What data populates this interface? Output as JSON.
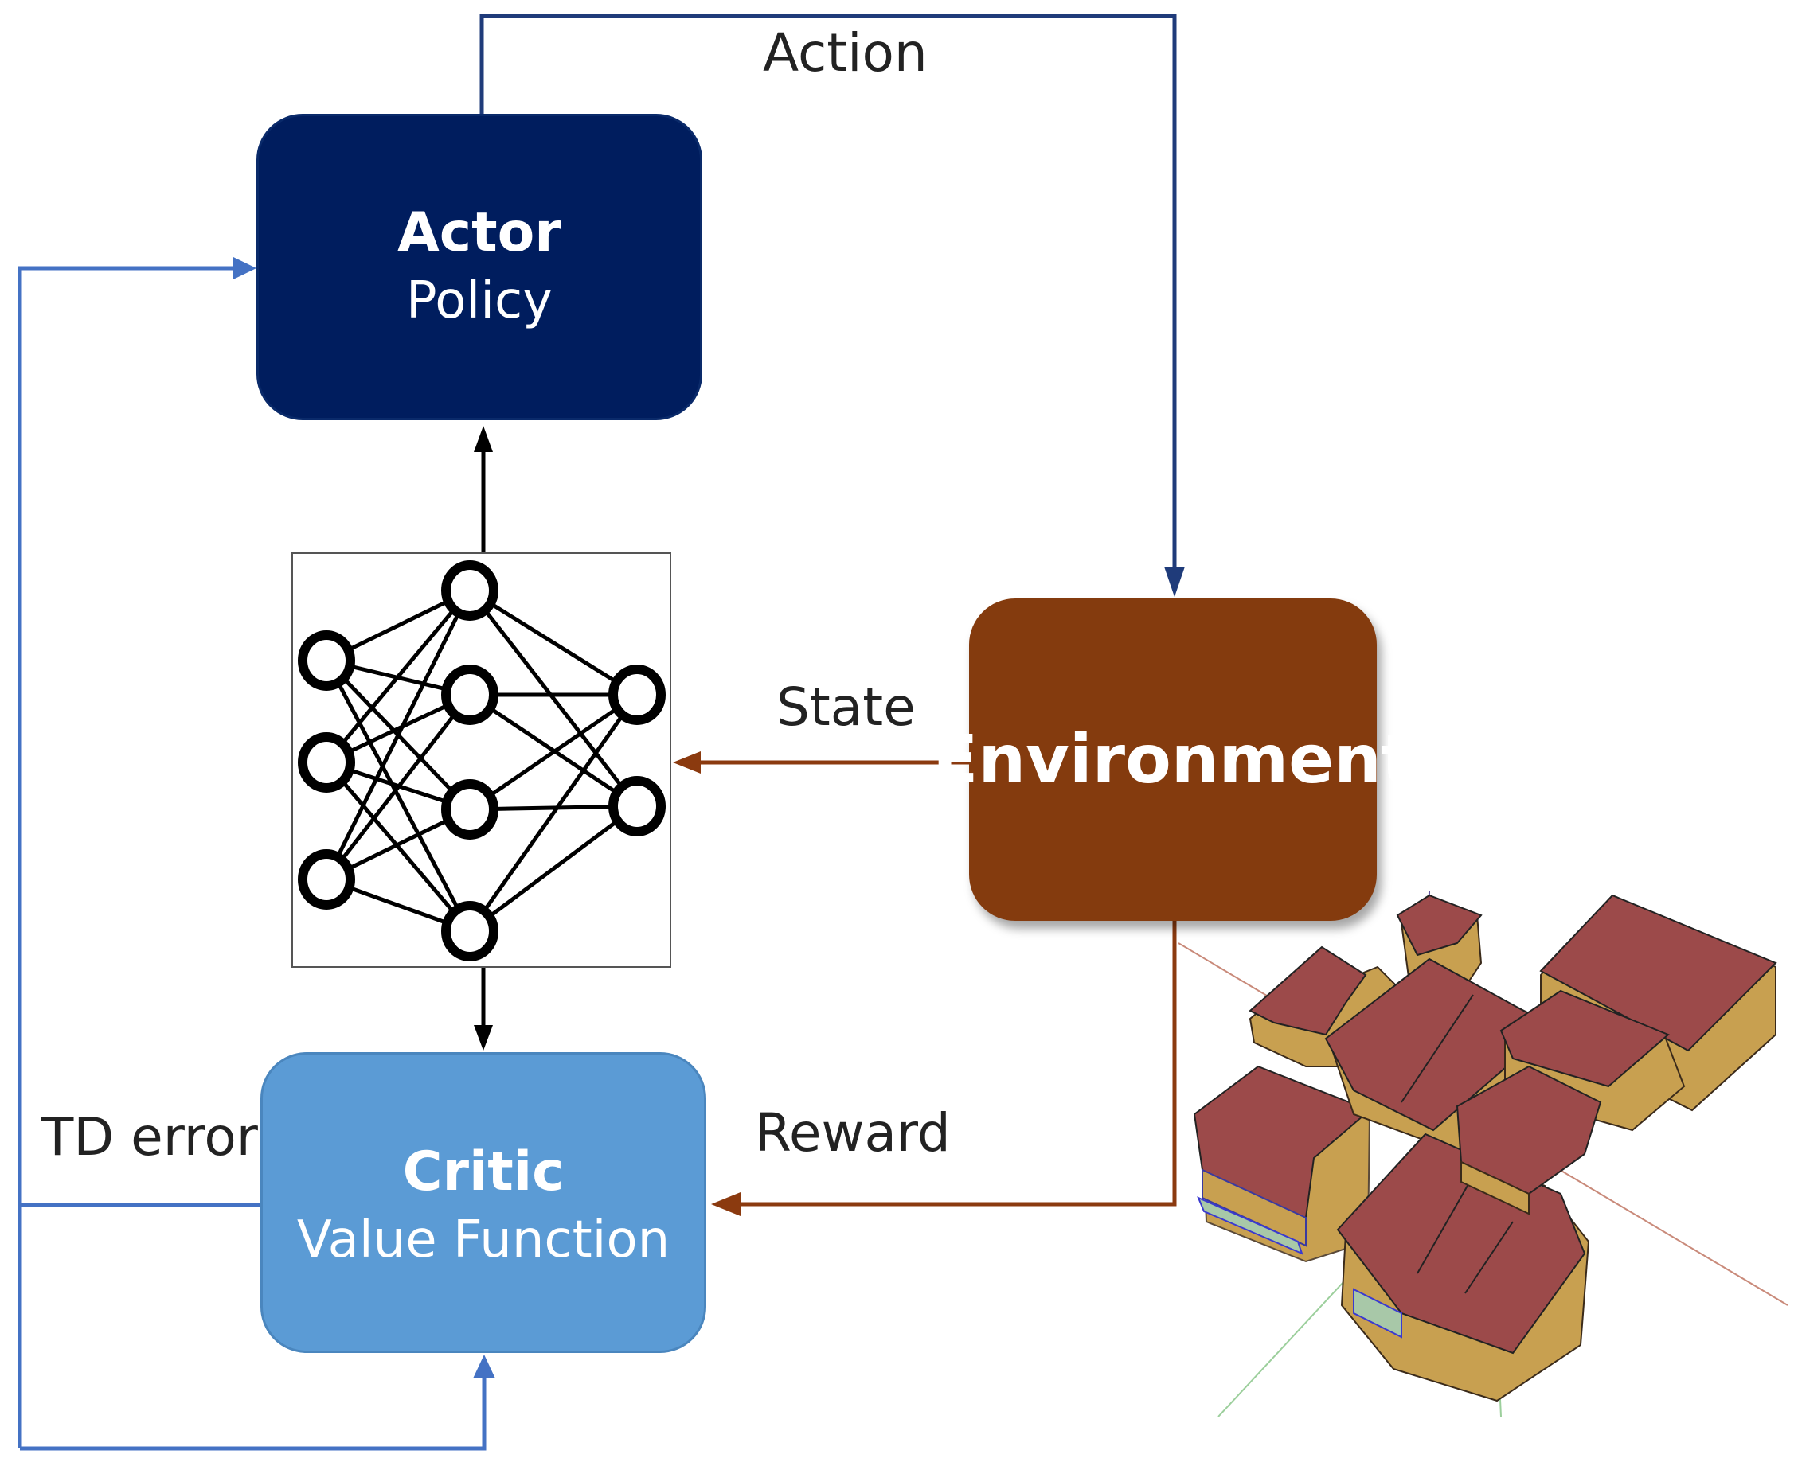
{
  "actor": {
    "title": "Actor",
    "subtitle": "Policy",
    "color": "#001d5e"
  },
  "critic": {
    "title": "Critic",
    "subtitle": "Value Function",
    "color": "#5b9bd5"
  },
  "environment": {
    "title": "Environment",
    "color": "#843b0e"
  },
  "edges": {
    "action": "Action",
    "state": "State",
    "reward": "Reward",
    "td_error": "TD error"
  },
  "colors": {
    "action_arrow": "#1f3b7a",
    "td_arrow": "#4472c4",
    "env_arrow": "#8b3a0f",
    "network": "#000000",
    "roof": "#9c4a4a",
    "wall": "#c8a050"
  },
  "network": {
    "layers": [
      3,
      4,
      2
    ]
  }
}
